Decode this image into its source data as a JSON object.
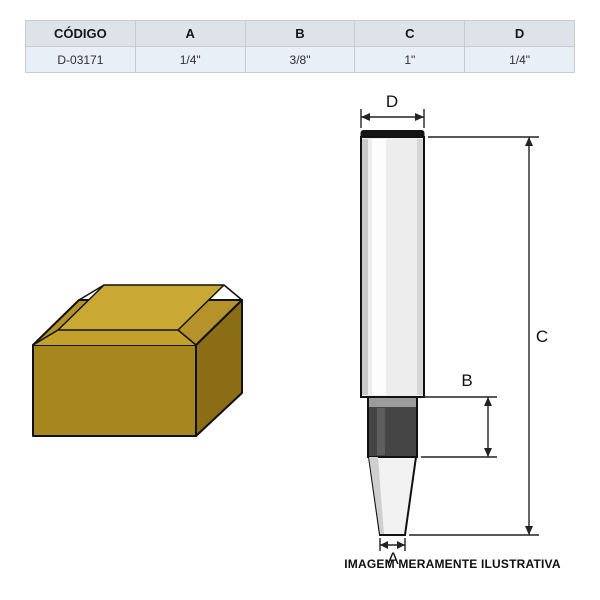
{
  "table": {
    "headers": [
      "CÓDIGO",
      "A",
      "B",
      "C",
      "D"
    ],
    "row": [
      "D-03171",
      "1/4\"",
      "3/8\"",
      "1\"",
      "1/4\""
    ]
  },
  "diagram": {
    "label_a": "A",
    "label_b": "B",
    "label_c": "C",
    "label_d": "D"
  },
  "footer": {
    "disclaimer": "IMAGEM MERAMENTE ILUSTRATIVA"
  },
  "colors": {
    "table_header_bg": "#dde3e9",
    "table_row_bg": "#e9eff7",
    "wood_front": "#a8861e",
    "wood_side": "#8a6d15",
    "wood_bevel": "#b5932a",
    "wood_top": "#c9a833",
    "bit_shank": "#ededed",
    "bit_dark_section": "#454545",
    "outline": "#111111"
  }
}
